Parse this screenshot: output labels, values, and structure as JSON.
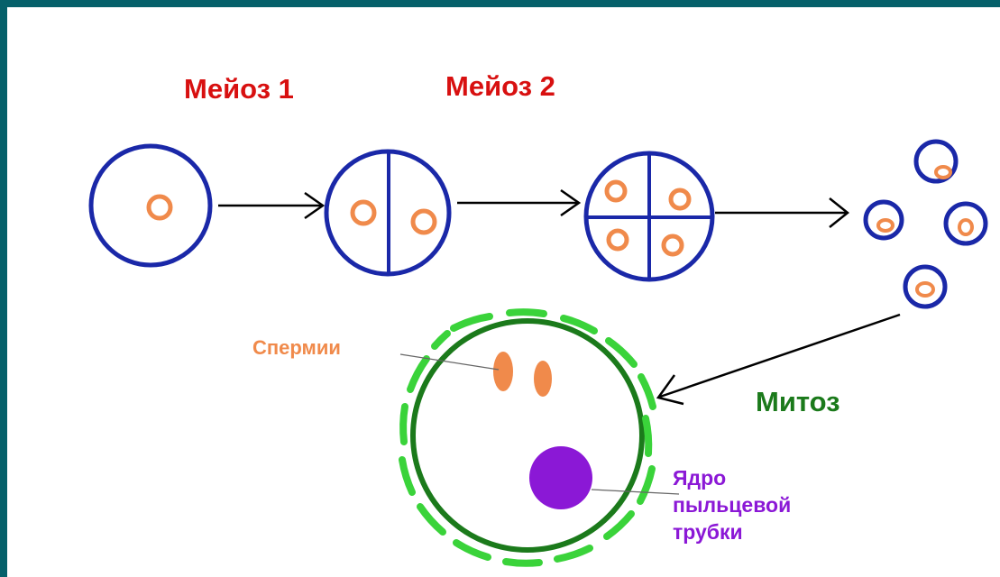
{
  "labels": {
    "meiosis1": "Мейоз 1",
    "meiosis2": "Мейоз 2",
    "mitosis": "Митоз",
    "sperm": "Спермии",
    "nucleus_line1": "Ядро",
    "nucleus_line2": "пыльцевой",
    "nucleus_line3": "трубки"
  },
  "colors": {
    "frame": "#05606a",
    "meiosis_labels": "#d81010",
    "mitosis_label": "#1b7a1b",
    "sperm_label": "#f08a4b",
    "nucleus_label": "#8b18d6",
    "cell_outline": "#1a28a8",
    "nucleus_ring": "#f08a4b",
    "pollen_wall": "#1b7a1b",
    "exine_dashes": "#3ad33a",
    "sperm_cells": "#f08a4b",
    "tube_nucleus": "#8b18d6",
    "arrows": "#000000"
  }
}
